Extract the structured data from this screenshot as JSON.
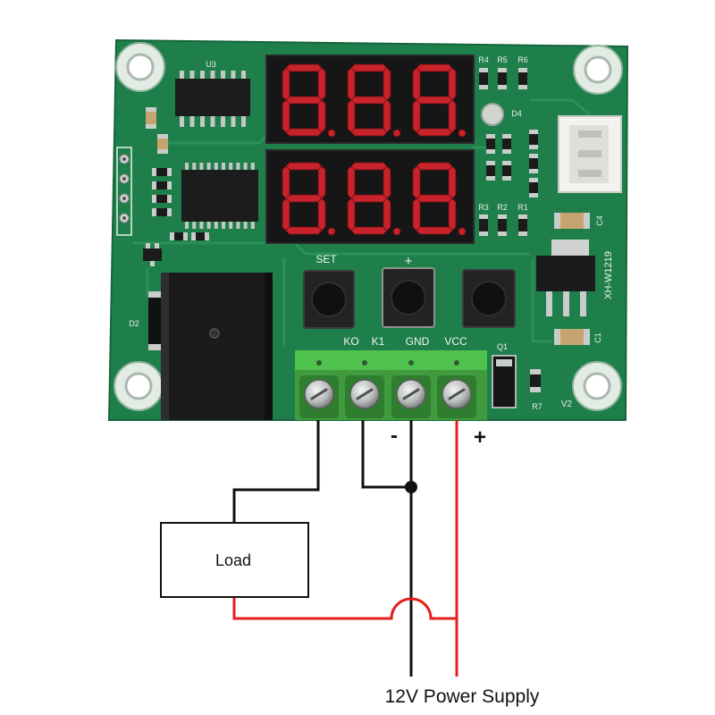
{
  "board": {
    "model_label": "XH-W1219",
    "labels": {
      "u3": "U3",
      "d2": "D2",
      "d4": "D4",
      "r4": "R4",
      "r5": "R5",
      "r6": "R6",
      "r3": "R3",
      "r2": "R2",
      "r1": "R1",
      "c4": "C4",
      "c1": "C1",
      "q1": "Q1",
      "r7": "R7",
      "v2": "V2"
    },
    "buttons": {
      "set": "SET",
      "plus": "+"
    },
    "terminals": [
      "KO",
      "K1",
      "GND",
      "VCC"
    ]
  },
  "wiring": {
    "minus_label": "-",
    "plus_label": "+",
    "load_label": "Load",
    "supply_label": "12V Power Supply"
  },
  "colors": {
    "pcb_green": "#1f7f4b",
    "segment_red": "#c8232b",
    "terminal_green": "#3f9b3e",
    "wire_black": "#111111",
    "wire_red": "#e3201b"
  }
}
